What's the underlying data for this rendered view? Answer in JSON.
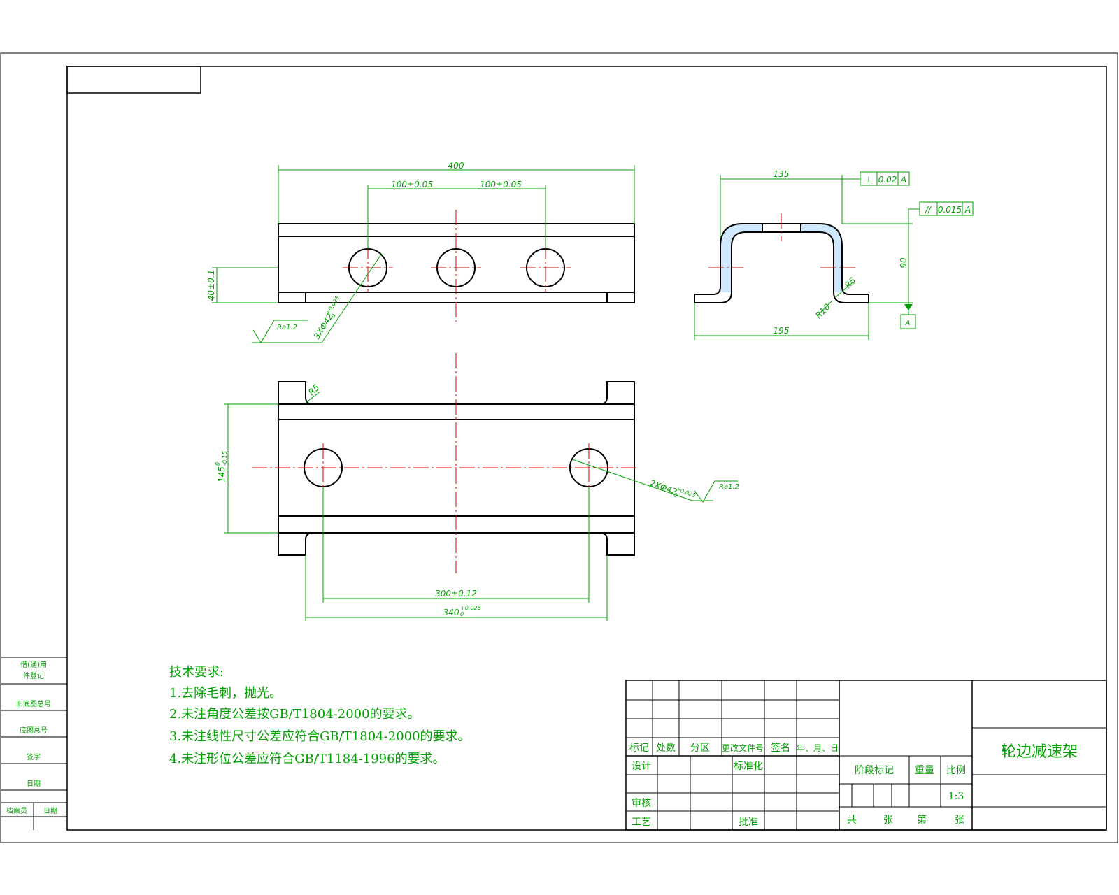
{
  "dimensions": {
    "top_overall": "400",
    "top_spacing_left": "100±0.05",
    "top_spacing_right": "100±0.05",
    "top_height": "40±0.1",
    "top_hole_callout": "3XΦ42",
    "top_hole_tol": "+0.025",
    "top_hole_tol_low": "0",
    "top_roughness": "Ra1.2",
    "side_top_width": "135",
    "side_bottom_width": "195",
    "side_height": "90",
    "side_radius_small": "R5",
    "side_radius_large": "R10",
    "gdt_perp_symbol": "⊥",
    "gdt_perp_value": "0.02",
    "gdt_perp_datum": "A",
    "gdt_par_symbol": "//",
    "gdt_par_value": "0.015",
    "gdt_par_datum": "A",
    "datum_label": "A",
    "bottom_radius": "R5",
    "bottom_height": "145",
    "bottom_height_tol": "0",
    "bottom_height_tol_low": "-0.15",
    "bottom_hole_callout": "2XΦ42",
    "bottom_hole_tol": "+0.025",
    "bottom_hole_tol_low": "0",
    "bottom_roughness": "Ra1.2",
    "bottom_spacing": "300±0.12",
    "bottom_overall": "340",
    "bottom_overall_tol": "+0.025",
    "bottom_overall_tol_low": "0"
  },
  "notes": {
    "heading": "技术要求:",
    "line1": "1.去除毛刺，抛光。",
    "line2": "2.未注角度公差按GB/T1804-2000的要求。",
    "line3": "3.未注线性尺寸公差应符合GB/T1804-2000的要求。",
    "line4": "4.未注形位公差应符合GB/T1184-1996的要求。"
  },
  "left_strip": {
    "r1a": "借(通)用",
    "r1b": "件登记",
    "r2": "旧底图总号",
    "r3": "底图总号",
    "r4": "签字",
    "r5": "日期",
    "r6a": "档案员",
    "r6b": "日期"
  },
  "title_block": {
    "h_mark": "标记",
    "h_count": "处数",
    "h_zone": "分区",
    "h_docno": "更改文件号",
    "h_sign": "签名",
    "h_date": "年、月、日",
    "design": "设计",
    "standard": "标准化",
    "review": "审核",
    "process": "工艺",
    "approve": "批准",
    "stage": "阶段标记",
    "weight": "重量",
    "scale_label": "比例",
    "scale_value": "1:3",
    "total": "共",
    "sheets": "张",
    "sheet_no": "第",
    "sheets2": "张",
    "part_name": "轮边减速架"
  }
}
